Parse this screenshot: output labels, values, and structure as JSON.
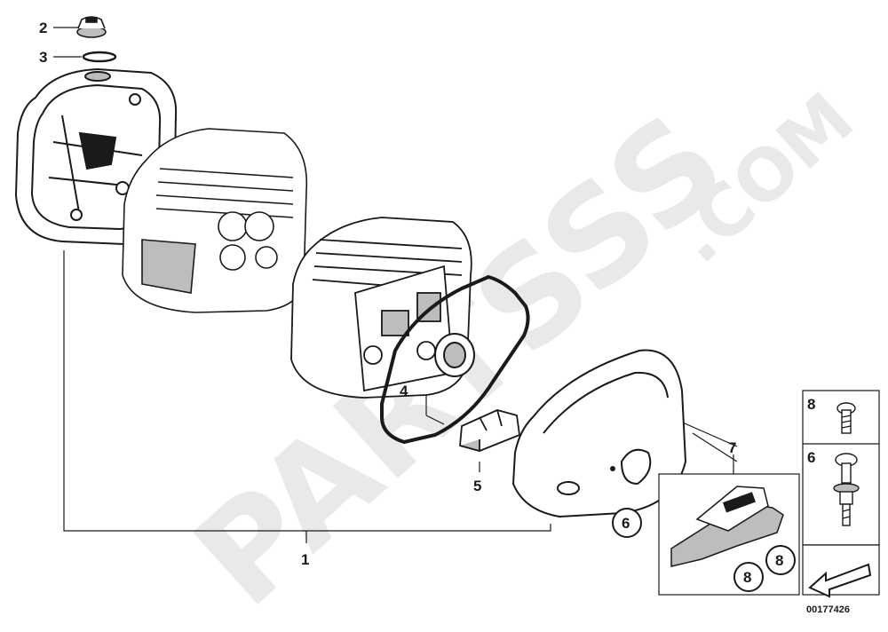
{
  "diagram": {
    "watermark": {
      "brand": "PARTSSS",
      "suffix": ".COM",
      "color": "#e8e8e8"
    },
    "drawing_number": "00177426",
    "callouts": {
      "c1": "1",
      "c2": "2",
      "c3": "3",
      "c4": "4",
      "c5": "5",
      "c6_circled": "6",
      "c7": "7",
      "c8_circled_a": "8",
      "c8_circled_b": "8"
    },
    "hardware_legend": {
      "row1_number": "8",
      "row2_number": "6"
    },
    "colors": {
      "line": "#1a1a1a",
      "shade": "#bdbdbd",
      "fill": "#ffffff"
    }
  }
}
